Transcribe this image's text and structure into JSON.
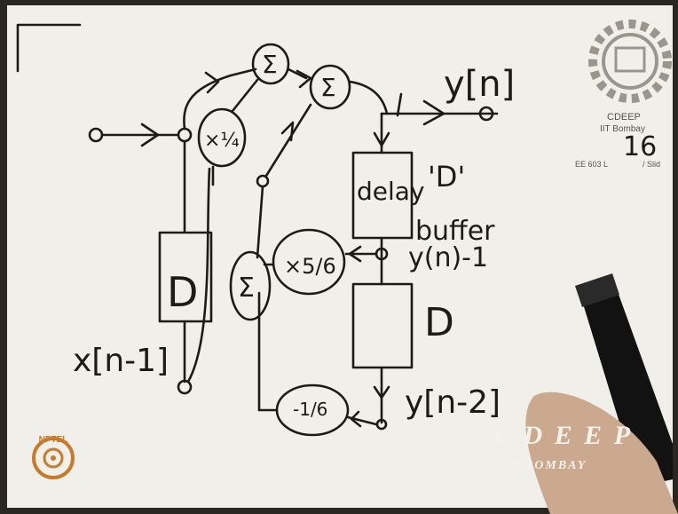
{
  "diagram": {
    "labels": {
      "output": "y[n]",
      "input_delayed": "x[n-1]",
      "y_n_minus_1": "y(n)-1",
      "y_n_minus_2": "y[n-2]",
      "delay_buffer_text": "delay",
      "delay_buffer_tag": "'D'",
      "buffer_word": "buffer",
      "delay_block_top": "D",
      "delay_block_bottom": "D",
      "sum_top_left": "Σ",
      "sum_top_right": "Σ",
      "sum_left": "Σ",
      "mult_quarter": "×¼",
      "mult_five_sixths": "×5/6",
      "mult_minus_sixth": "-1/6"
    }
  },
  "logo": {
    "name": "CDEEP",
    "institute": "IIT Bombay",
    "course": "EE 603 L",
    "slide_suffix": "/ Slid",
    "slide_number": "16"
  },
  "watermark": {
    "title": "C D E E P",
    "subtitle": "IIT  BOMBAY"
  },
  "nptel_label": "NPTEL",
  "colors": {
    "paper": "#f1efe9",
    "ink": "#1e1b17",
    "nptel": "#c87a2a"
  }
}
